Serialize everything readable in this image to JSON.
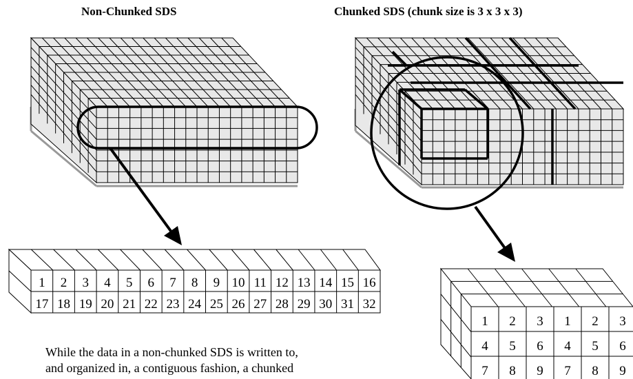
{
  "left_title": "Non-Chunked SDS",
  "right_title": "Chunked SDS (chunk size is 3 x 3 x 3)",
  "strip_numbers": {
    "row1": [
      "1",
      "2",
      "3",
      "4",
      "5",
      "6",
      "7",
      "8",
      "9",
      "10",
      "11",
      "12",
      "13",
      "14",
      "15",
      "16"
    ],
    "row2": [
      "17",
      "18",
      "19",
      "20",
      "21",
      "22",
      "23",
      "24",
      "25",
      "26",
      "27",
      "28",
      "29",
      "30",
      "31",
      "32"
    ]
  },
  "chunk_numbers": {
    "rows": [
      [
        "1",
        "2",
        "3",
        "1",
        "2",
        "3"
      ],
      [
        "4",
        "5",
        "6",
        "4",
        "5",
        "6"
      ],
      [
        "7",
        "8",
        "9",
        "7",
        "8",
        "9"
      ]
    ]
  },
  "caption": {
    "line1": "While the data in a non-chunked SDS is written to,",
    "line2": "and organized in, a contiguous fashion, a chunked"
  },
  "colors": {
    "cube_fill": "#e8e8e8",
    "grid_line": "#000000",
    "shadow_line": "#999999"
  }
}
